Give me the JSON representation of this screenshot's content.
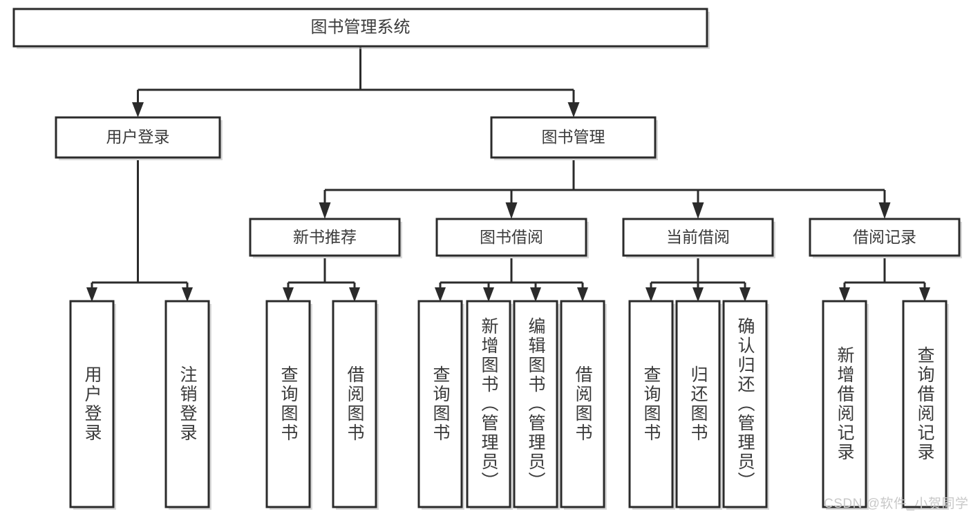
{
  "diagram": {
    "type": "tree-hierarchy",
    "title": "图书管理系统",
    "watermark": "CSDN @软件_小贺同学",
    "colors": {
      "box_fill": "#ffffff",
      "box_stroke": "#2b2b2b",
      "text": "#3a3a3a",
      "connector": "#2b2b2b",
      "watermark": "#c8c8c8",
      "background": "#ffffff"
    },
    "levels": {
      "root": "图书管理系统",
      "level2": [
        "用户登录",
        "图书管理"
      ],
      "level3": [
        "新书推荐",
        "图书借阅",
        "当前借阅",
        "借阅记录"
      ]
    },
    "nodes": {
      "root": {
        "label": "图书管理系统",
        "orientation": "horizontal"
      },
      "user_login": {
        "label": "用户登录",
        "orientation": "horizontal"
      },
      "book_manage": {
        "label": "图书管理",
        "orientation": "horizontal"
      },
      "new_book_recommend": {
        "label": "新书推荐",
        "orientation": "horizontal"
      },
      "book_borrow": {
        "label": "图书借阅",
        "orientation": "horizontal"
      },
      "current_borrow": {
        "label": "当前借阅",
        "orientation": "horizontal"
      },
      "borrow_record": {
        "label": "借阅记录",
        "orientation": "horizontal"
      }
    },
    "leaves": [
      {
        "id": "leaf-user-login",
        "label": "用户登录",
        "parent": "用户登录"
      },
      {
        "id": "leaf-logout",
        "label": "注销登录",
        "parent": "用户登录"
      },
      {
        "id": "leaf-query-book-1",
        "label": "查询图书",
        "parent": "新书推荐"
      },
      {
        "id": "leaf-borrow-book-1",
        "label": "借阅图书",
        "parent": "新书推荐"
      },
      {
        "id": "leaf-query-book-2",
        "label": "查询图书",
        "parent": "图书借阅"
      },
      {
        "id": "leaf-add-book",
        "label": "新增图书（管理员）",
        "parent": "图书借阅"
      },
      {
        "id": "leaf-edit-book",
        "label": "编辑图书（管理员）",
        "parent": "图书借阅"
      },
      {
        "id": "leaf-borrow-book-2",
        "label": "借阅图书",
        "parent": "图书借阅"
      },
      {
        "id": "leaf-query-book-3",
        "label": "查询图书",
        "parent": "当前借阅"
      },
      {
        "id": "leaf-return-book",
        "label": "归还图书",
        "parent": "当前借阅"
      },
      {
        "id": "leaf-confirm-return",
        "label": "确认归还（管理员）",
        "parent": "当前借阅"
      },
      {
        "id": "leaf-add-record",
        "label": "新增借阅记录",
        "parent": "借阅记录"
      },
      {
        "id": "leaf-query-record",
        "label": "查询借阅记录",
        "parent": "借阅记录"
      }
    ]
  }
}
